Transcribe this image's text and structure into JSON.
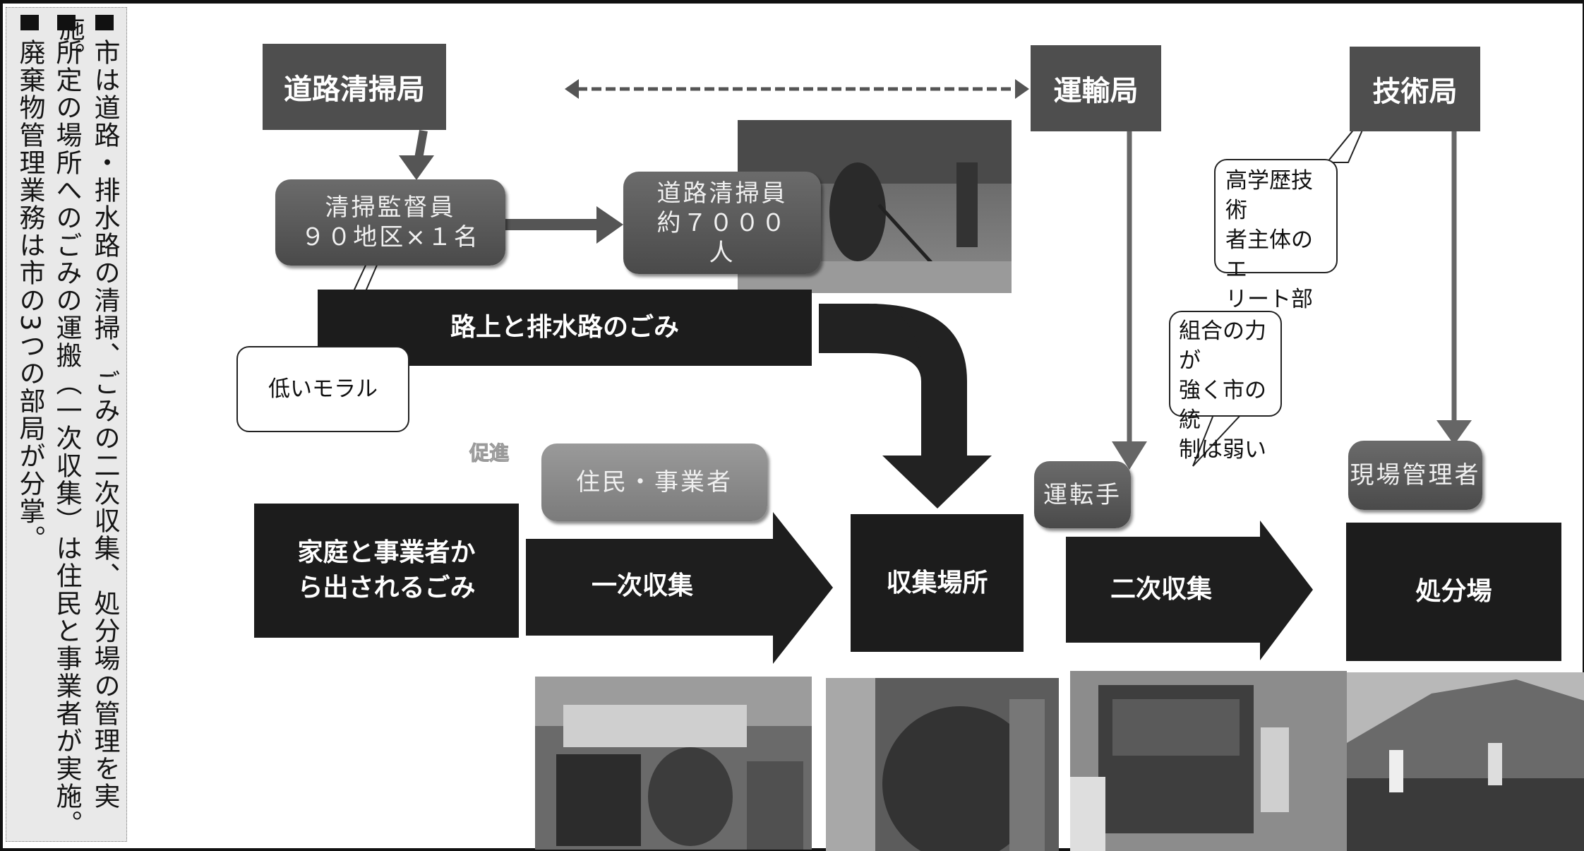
{
  "side_panel": {
    "bullets": [
      "市は道路・排水路の清掃、ごみの二次収集、処分場の管理を実施。",
      "所定の場所へのごみの運搬（一次収集）は住民と事業者が実施。",
      "廃棄物管理業務は市の3つの部局が分掌。"
    ]
  },
  "departments": {
    "road_cleaning": "道路清掃局",
    "transport": "運輸局",
    "technical": "技術局"
  },
  "staff": {
    "supervisor_line1": "清掃監督員",
    "supervisor_line2": "９０地区×１名",
    "sweeper_line1": "道路清掃員",
    "sweeper_line2": "約７０００",
    "sweeper_line3": "人",
    "residents": "住民・事業者",
    "driver": "運転手",
    "site_manager": "現場管理者"
  },
  "flow": {
    "street_waste": "路上と排水路のごみ",
    "household_waste_line1": "家庭と事業者か",
    "household_waste_line2": "ら出されるごみ",
    "primary_collection": "一次収集",
    "collection_point": "収集場所",
    "secondary_collection": "二次収集",
    "disposal_site": "処分場"
  },
  "callouts": {
    "low_morale": "低いモラル",
    "elite_line1": "高学歴技術",
    "elite_line2": "者主体のエ",
    "elite_line3": "リート部局",
    "union_line1": "組合の力が",
    "union_line2": "強く市の統",
    "union_line3": "制は弱い"
  },
  "faint_label": "促進",
  "photos": [
    "street-sweeper-photo",
    "primary-collection-photo",
    "collection-point-photo",
    "garbage-truck-photo",
    "disposal-site-photo"
  ]
}
